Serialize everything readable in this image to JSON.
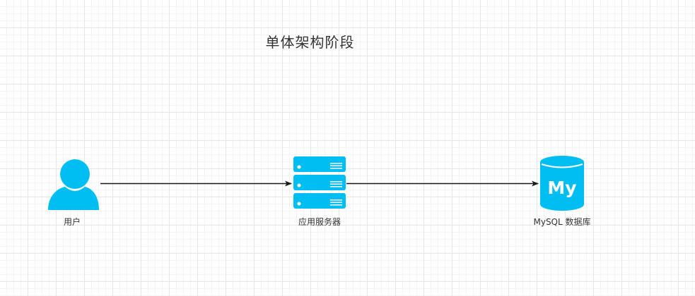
{
  "title": "单体架构阶段",
  "nodes": {
    "user": {
      "label": "用户",
      "icon": "user-icon"
    },
    "server": {
      "label": "应用服务器",
      "icon": "server-icon"
    },
    "database": {
      "label": "MySQL 数据库",
      "icon": "mysql-icon",
      "badge": "My"
    }
  },
  "colors": {
    "accent": "#00BEF2",
    "arrow": "#1A1A1A",
    "text": "#333333"
  }
}
